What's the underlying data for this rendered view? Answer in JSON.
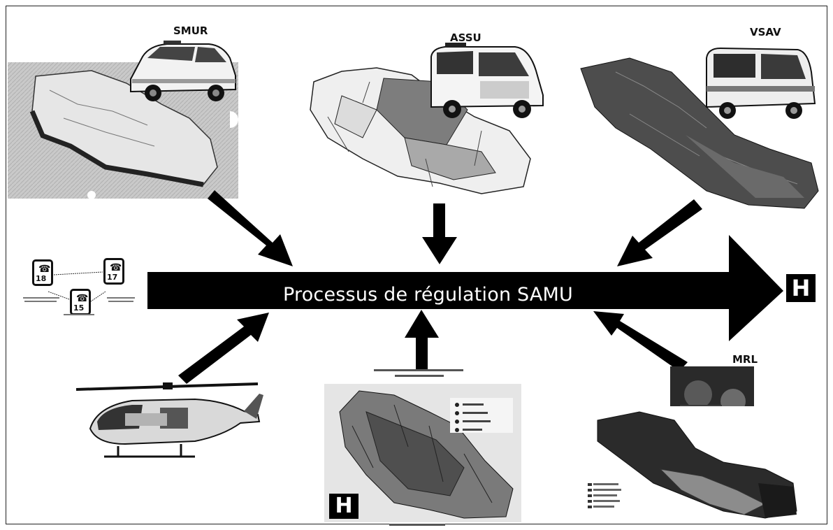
{
  "labels": {
    "smur": "SMUR",
    "assu": "ASSU",
    "vsav": "VSAV",
    "mrl": "MRL"
  },
  "central": {
    "process_label": "Processus de régulation SAMU",
    "hospital_sign": "H"
  },
  "phones": {
    "left_number": "18",
    "right_number": "17",
    "bottom_number": "15"
  },
  "bottom_map": {
    "hospital_sign": "H"
  },
  "colors": {
    "arrow": "#000000",
    "map_gray_light": "#d8d8d8",
    "map_gray_dark": "#5a5a5a"
  }
}
